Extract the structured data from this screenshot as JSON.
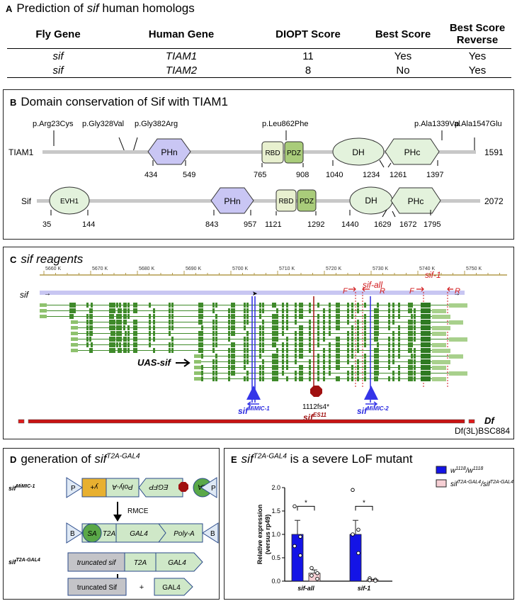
{
  "panelA": {
    "letter": "A",
    "title_pre": "Prediction of ",
    "title_italic": "sif",
    "title_post": " human homologs",
    "headers": [
      "Fly Gene",
      "Human Gene",
      "DIOPT Score",
      "Best Score",
      "Best Score Reverse"
    ],
    "rows": [
      [
        "sif",
        "TIAM1",
        "11",
        "Yes",
        "Yes"
      ],
      [
        "sif",
        "TIAM2",
        "8",
        "No",
        "Yes"
      ]
    ]
  },
  "panelB": {
    "letter": "B",
    "title": "Domain conservation of Sif with TIAM1",
    "tiam1": {
      "name": "TIAM1",
      "length": "1591",
      "variants": [
        "p.Arg23Cys",
        "p.Gly328Val",
        "p.Gly382Arg",
        "p.Leu862Phe",
        "p.Ala1339Val",
        "p.Ala1547Glu"
      ],
      "domains": [
        "PHn",
        "RBD",
        "PDZ",
        "DH",
        "PHc"
      ],
      "positions": [
        "434",
        "549",
        "765",
        "908",
        "1040",
        "1234",
        "1261",
        "1397"
      ]
    },
    "sif": {
      "name": "Sif",
      "length": "2072",
      "domains": [
        "EVH1",
        "PHn",
        "RBD",
        "PDZ",
        "DH",
        "PHc"
      ],
      "positions": [
        "35",
        "144",
        "843",
        "957",
        "1121",
        "1292",
        "1440",
        "1629",
        "1672",
        "1795"
      ]
    }
  },
  "panelC": {
    "letter": "C",
    "title": "sif reagents",
    "ruler": [
      "5660 K",
      "5670 K",
      "5680 K",
      "5690 K",
      "5700 K",
      "5710 K",
      "5720 K",
      "5730 K",
      "5740 K",
      "5750 K"
    ],
    "gene": "sif",
    "uas": "UAS-sif",
    "primer_sets": [
      "sif-all",
      "sif-1"
    ],
    "primer_F": "F",
    "primer_R": "R",
    "mutation": "1112fs4*",
    "alleles": {
      "m1_base": "sif",
      "m1_sup": "MiMIC-1",
      "es_base": "sif",
      "es_sup": "ES11",
      "m2_base": "sif",
      "m2_sup": "MiMIC-2"
    },
    "df_label": "Df",
    "df_name": "Df(3L)BSC884"
  },
  "panelD": {
    "letter": "D",
    "title_pre": "generation of ",
    "title_base": "sif",
    "title_sup": "T2A-GAL4",
    "row1_label_base": "sif",
    "row1_label_sup": "MiMIC-1",
    "row1": [
      "P",
      "y+",
      "Poly-A",
      "EGFP",
      "SA",
      "P"
    ],
    "rmce": "RMCE",
    "row2": [
      "B",
      "SA",
      "T2A",
      "GAL4",
      "Poly-A",
      "B"
    ],
    "row3_label_base": "sif",
    "row3_label_sup": "T2A-GAL4",
    "row3": [
      "truncated sif",
      "T2A",
      "GAL4"
    ],
    "row4": [
      "truncated Sif",
      "+",
      "GAL4"
    ]
  },
  "panelE": {
    "letter": "E",
    "title_base": "sif",
    "title_sup": "T2A-GAL4",
    "title_post": " is a severe LoF mutant",
    "legend": [
      {
        "base": "w",
        "sup": "1118",
        "sep": "/w",
        "sup2": "1118",
        "color": "#1414e6"
      },
      {
        "base": "sif",
        "sup": "T2A-GAL4",
        "sep": "/sif",
        "sup2": "T2A-GAL4",
        "color": "#f6cfd4"
      }
    ],
    "sig": "*"
  },
  "chart_data": {
    "type": "bar",
    "ylabel": "Relative expression (versus rp49)",
    "ylim": [
      0,
      2.0
    ],
    "yticks": [
      "0.0",
      "0.5",
      "1.0",
      "1.5",
      "2.0"
    ],
    "categories": [
      "sif-all",
      "sif-1"
    ],
    "series": [
      {
        "name": "w1118/w1118",
        "values": [
          1.0,
          1.0
        ],
        "errors": [
          0.3,
          0.3
        ],
        "points": [
          [
            1.6,
            0.95,
            0.75,
            0.55
          ],
          [
            1.95,
            1.1,
            1.0,
            0.6
          ]
        ]
      },
      {
        "name": "sifT2A-GAL4/sifT2A-GAL4",
        "values": [
          0.17,
          0.03
        ],
        "errors": [
          0.07,
          0.01
        ],
        "points": [
          [
            0.28,
            0.17,
            0.12,
            0.05
          ],
          [
            0.06,
            0.03,
            0.02,
            0.01
          ]
        ]
      }
    ]
  }
}
